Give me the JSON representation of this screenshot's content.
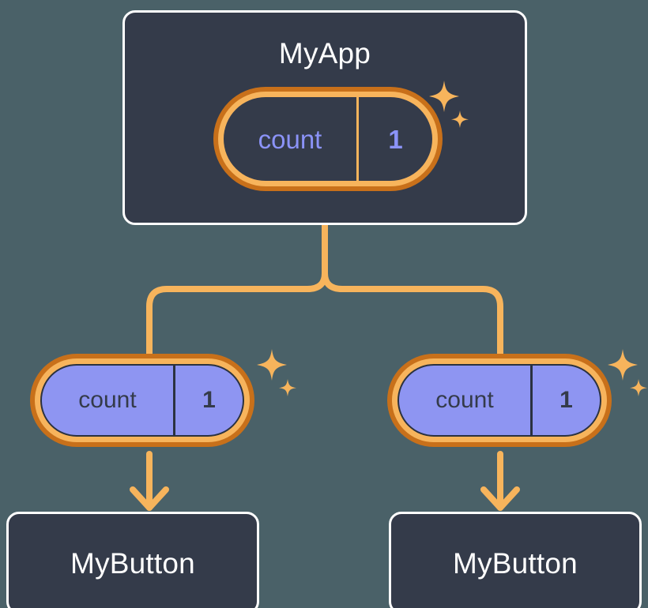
{
  "diagram": {
    "title_visible": false,
    "background_color": "#4a6168"
  },
  "colors": {
    "background": "#4a6168",
    "card_fill": "#343b4a",
    "card_border": "#ffffff",
    "pill_outer_ring": "#c8701a",
    "pill_inner_ring": "#f7b45c",
    "pill_leaf_fill": "#8e95f2",
    "accent_periwinkle": "#8b93f8",
    "connector": "#f7b45c",
    "text_light": "#ffffff",
    "text_dark": "#343b4a"
  },
  "root": {
    "label": "MyApp",
    "state": {
      "key": "count",
      "value": "1",
      "highlighted": true
    }
  },
  "children": [
    {
      "label": "MyButton",
      "state": {
        "key": "count",
        "value": "1",
        "highlighted": true
      }
    },
    {
      "label": "MyButton",
      "state": {
        "key": "count",
        "value": "1",
        "highlighted": true
      }
    }
  ],
  "icons": {
    "sparkle": "sparkle-icon",
    "arrow": "arrow-down-icon"
  }
}
